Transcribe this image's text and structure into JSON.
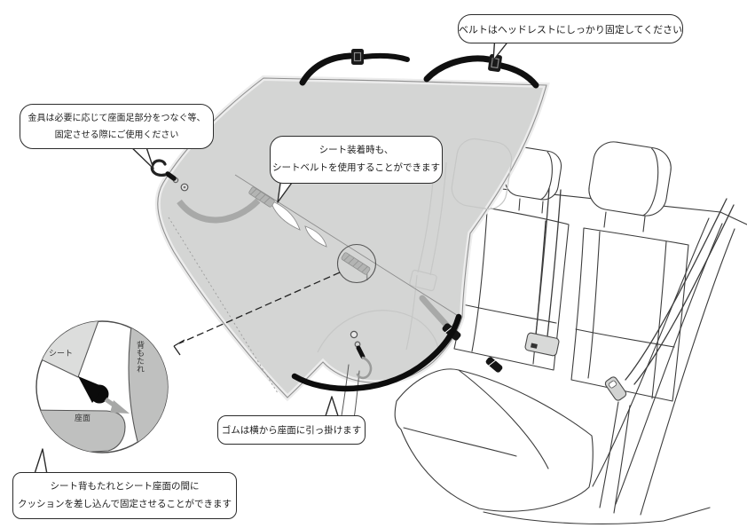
{
  "diagram": {
    "title": "car-seat-cover-installation-instructions",
    "callouts": {
      "belt_headrest": "ベルトはヘッドレストにしっかり固定してください",
      "metal_fitting": [
        "金具は必要に応じて座面足部分をつなぐ等、",
        "固定させる際にご使用ください"
      ],
      "seatbelt_use": [
        "シート装着時も、",
        "シートベルトを使用することができます"
      ],
      "rubber_hook": "ゴムは横から座面に引っ掛けます",
      "cushion_fix": [
        "シート背もたれとシート座面の間に",
        "クッションを差し込んで固定させることができます"
      ]
    },
    "inset_labels": {
      "sheet": "シート",
      "backrest": "背もたれ",
      "seat_surface": "座面"
    },
    "colors": {
      "cover_gray": "#d4d5d4",
      "cover_band": "#ececec",
      "strap_black": "#101010",
      "line_art": "#3c3c3c",
      "inset_light_gray": "#dcdddc",
      "inset_mid_gray": "#bfc0bf",
      "inset_arrow_gray": "#a7a8a7"
    }
  }
}
